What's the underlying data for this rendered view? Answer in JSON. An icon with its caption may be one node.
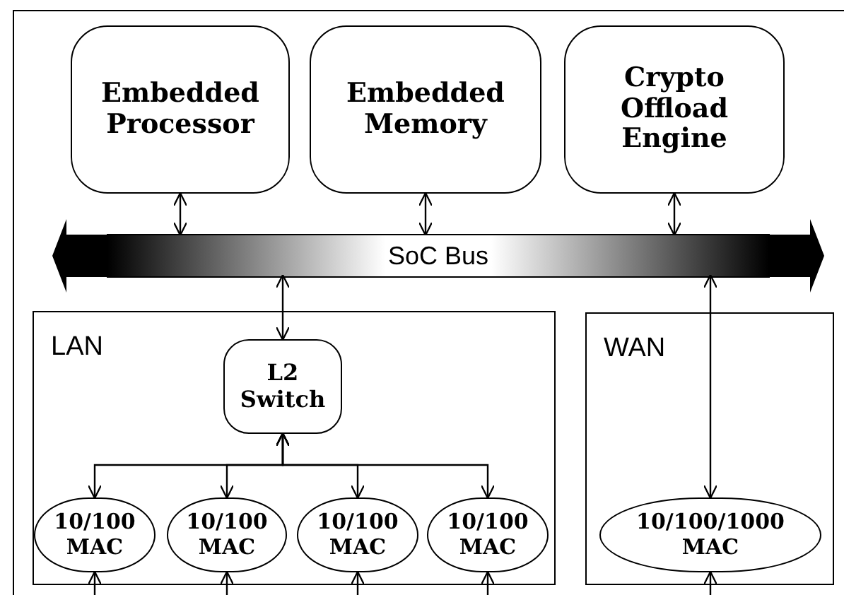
{
  "diagram": {
    "nodes": [
      {
        "text": [
          "Embedded Processor"
        ]
      },
      {
        "text": [
          "Embedded Memory"
        ]
      },
      {
        "text": [
          "Crypto Offload Engine"
        ]
      },
      {
        "text": [
          "SoC Bus"
        ]
      },
      {
        "text": [
          "LAN"
        ]
      },
      {
        "text": [
          "L2 Switch"
        ],
        "in": 4
      },
      {
        "text": [
          "10/100 MAC"
        ],
        "in": 4
      },
      {
        "text": [
          "10/100 MAC"
        ],
        "in": 4
      },
      {
        "text": [
          "10/100 MAC"
        ],
        "in": 4
      },
      {
        "text": [
          "10/100 MAC"
        ],
        "in": 4
      },
      {
        "text": [
          "WAN"
        ]
      },
      {
        "text": [
          "10/100/1000 MAC"
        ],
        "in": 10
      }
    ],
    "edges": [
      {
        "from": 0,
        "to": 3,
        "arrow": "both"
      },
      {
        "from": 1,
        "to": 3,
        "arrow": "both"
      },
      {
        "from": 2,
        "to": 3,
        "arrow": "both"
      },
      {
        "from": 3,
        "to": 5,
        "arrow": "both"
      },
      {
        "from": 3,
        "to": 11,
        "arrow": "both"
      },
      {
        "from": 5,
        "to": 6,
        "arrow": "both"
      },
      {
        "from": 5,
        "to": 7,
        "arrow": "both"
      },
      {
        "from": 5,
        "to": 8,
        "arrow": "both"
      },
      {
        "from": 5,
        "to": 9,
        "arrow": "both"
      },
      {
        "from": null,
        "to": 6,
        "arrow": "to"
      },
      {
        "from": null,
        "to": 7,
        "arrow": "to"
      },
      {
        "from": null,
        "to": 8,
        "arrow": "to"
      },
      {
        "from": null,
        "to": 9,
        "arrow": "to"
      },
      {
        "from": null,
        "to": 11,
        "arrow": "to"
      }
    ]
  }
}
